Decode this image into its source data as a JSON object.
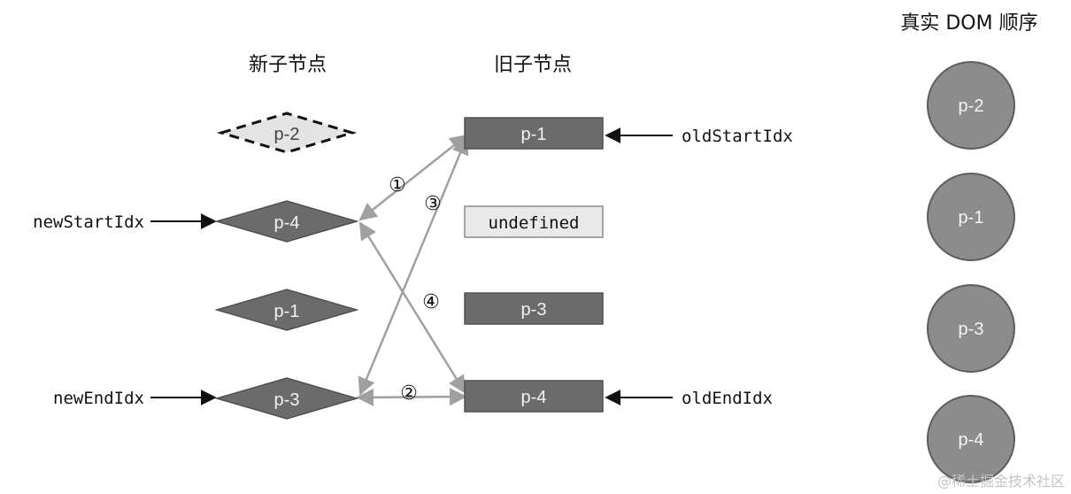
{
  "headings": {
    "new_children": "新子节点",
    "old_children": "旧子节点",
    "real_dom_order": "真实 DOM 顺序"
  },
  "new_nodes": [
    {
      "label": "p-2",
      "state": "processed"
    },
    {
      "label": "p-4",
      "state": "active"
    },
    {
      "label": "p-1",
      "state": "active"
    },
    {
      "label": "p-3",
      "state": "active"
    }
  ],
  "old_nodes": [
    {
      "label": "p-1"
    },
    {
      "label": "undefined"
    },
    {
      "label": "p-3"
    },
    {
      "label": "p-4"
    }
  ],
  "real_dom": [
    {
      "label": "p-2"
    },
    {
      "label": "p-1"
    },
    {
      "label": "p-3"
    },
    {
      "label": "p-4"
    }
  ],
  "pointers": {
    "new_start": "newStartIdx",
    "new_end": "newEndIdx",
    "old_start": "oldStartIdx",
    "old_end": "oldEndIdx"
  },
  "comparisons": [
    {
      "step": "①",
      "from": "newStart",
      "to": "oldStart"
    },
    {
      "step": "②",
      "from": "newEnd",
      "to": "oldEnd"
    },
    {
      "step": "③",
      "from": "newEnd",
      "to": "oldStart"
    },
    {
      "step": "④",
      "from": "newStart",
      "to": "oldEnd"
    }
  ],
  "watermark": "@稀土掘金技术社区",
  "colors": {
    "node_fill": "#6b6b6b",
    "node_stroke": "#505050",
    "processed_fill": "#e4e4e4",
    "undefined_fill": "#e9e9e9",
    "circle_fill": "#8c8c8c",
    "arrow": "#a0a0a0"
  }
}
